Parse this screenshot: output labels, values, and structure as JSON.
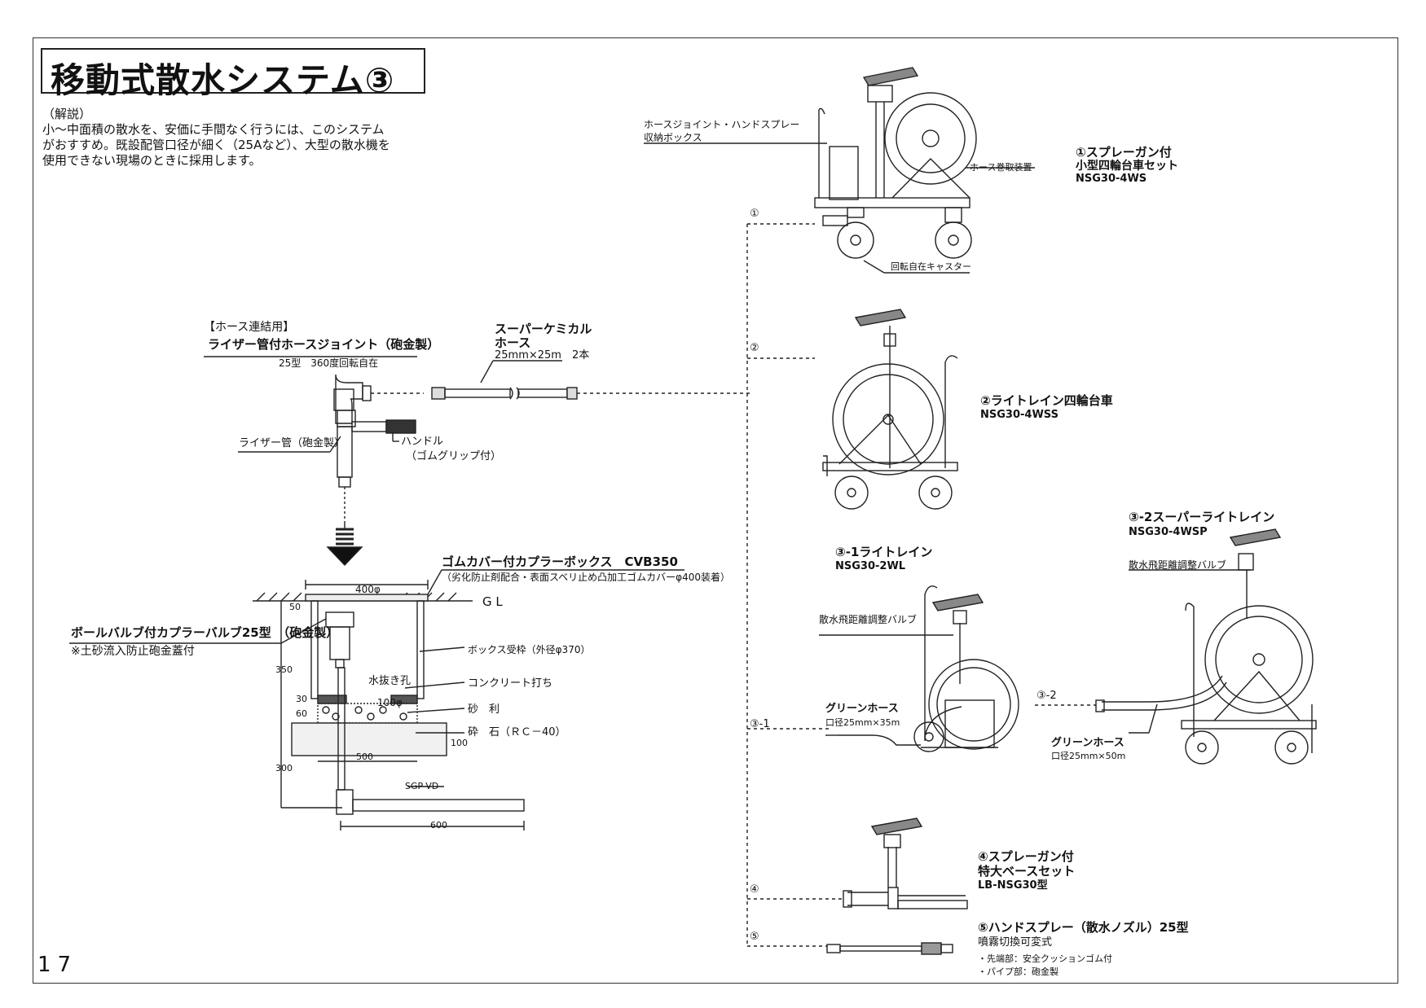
{
  "title": "移動式散水システム③",
  "intro": {
    "heading": "（解説）",
    "lines": [
      "小～中面積の散水を、安価に手間なく行うには、このシステム",
      "がおすすめ。既設配管口径が細く（25Aなど）、大型の散水機を",
      "使用できない現場のときに採用します。"
    ]
  },
  "riser": {
    "bracket": "【ホース連結用】",
    "name": "ライザー管付ホースジョイント（砲金製）",
    "sub": "25型　360度回転自在",
    "pipe_label": "ライザー管（砲金製）",
    "handle_label": "ハンドル",
    "handle_sub": "（ゴムグリップ付）"
  },
  "hose": {
    "name1": "スーパーケミカル",
    "name2": "ホース",
    "spec": "25mm×25m　2本"
  },
  "box": {
    "name": "ゴムカバー付カプラーボックス　CVB350",
    "sub": "（劣化防止剤配合・表面スベリ止め凸加工ゴムカバーφ400装着）",
    "valve": "ボールバルブ付カプラーバルブ25型　（砲金製）",
    "valve_sub": "※土砂流入防止砲金蓋付",
    "dim_top": "400φ",
    "gl": "G L",
    "frame_label": "ボックス受枠（外径φ370）",
    "drain": "水抜き孔",
    "drain_dim": "100φ",
    "concrete": "コンクリート打ち",
    "gravel": "砂　利",
    "crushed": "砕　石（ＲＣ－40）",
    "pipe": "SGP-VD",
    "dims": {
      "d50": "50",
      "d350": "350",
      "d30": "30",
      "d60": "60",
      "d100": "100",
      "d500": "500",
      "d300": "300",
      "d600": "600"
    }
  },
  "items": [
    {
      "marker": "①",
      "name": "①スプレーガン付",
      "name2": "小型四輪台車セット",
      "model": "NSG30-4WS",
      "label_box1": "ホースジョイント・ハンドスプレー",
      "label_box2": "収納ボックス",
      "label_reel": "ホース巻取装置",
      "label_caster": "回転自在キャスター"
    },
    {
      "marker": "②",
      "name": "②ライトレイン四輪台車",
      "model": "NSG30-4WSS"
    },
    {
      "marker": "③-1",
      "name": "③-1ライトレイン",
      "model": "NSG30-2WL",
      "valve": "散水飛距離調整バルブ",
      "hose": "グリーンホース",
      "hose_spec": "口径25mm×35m"
    },
    {
      "marker": "③-2",
      "name": "③-2スーパーライトレイン",
      "model": "NSG30-4WSP",
      "valve": "散水飛距離調整バルブ",
      "hose": "グリーンホース",
      "hose_spec": "口径25mm×50m"
    },
    {
      "marker": "④",
      "name": "④スプレーガン付",
      "name2": "特大ベースセット",
      "model": "LB-NSG30型"
    },
    {
      "marker": "⑤",
      "name": "⑤ハンドスプレー（散水ノズル）25型",
      "sub": "噴霧切換可変式",
      "bullets": [
        "・先端部：安全クッションゴム付",
        "・パイプ部：砲金製"
      ]
    }
  ],
  "page_number": "17"
}
